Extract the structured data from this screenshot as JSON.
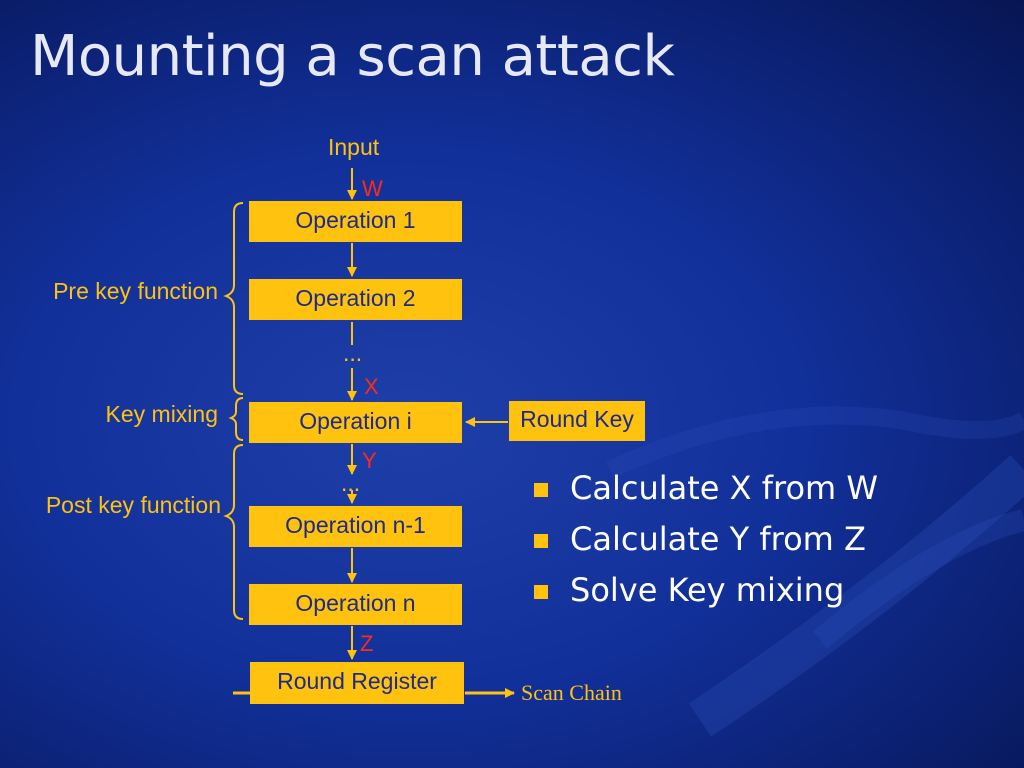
{
  "slide": {
    "title": "Mounting a scan attack"
  },
  "diagram": {
    "input": "Input",
    "signals": {
      "w": "W",
      "x": "X",
      "y": "Y",
      "z": "Z"
    },
    "ellipsis_1": "...",
    "ellipsis_2": "...",
    "operations": {
      "op1": "Operation 1",
      "op2": "Operation 2",
      "opi": "Operation i",
      "opn1": "Operation n-1",
      "opn": "Operation n",
      "round_register": "Round Register",
      "round_key": "Round Key"
    },
    "groups": {
      "pre": "Pre key function",
      "mix": "Key mixing",
      "post": "Post key function"
    },
    "scan_chain": "Scan Chain"
  },
  "bullets": [
    "Calculate X from W",
    "Calculate Y from Z",
    "Solve Key mixing"
  ],
  "colors": {
    "accent": "#ffc20e",
    "signal": "#ff2a1a",
    "text": "#ffffff"
  }
}
